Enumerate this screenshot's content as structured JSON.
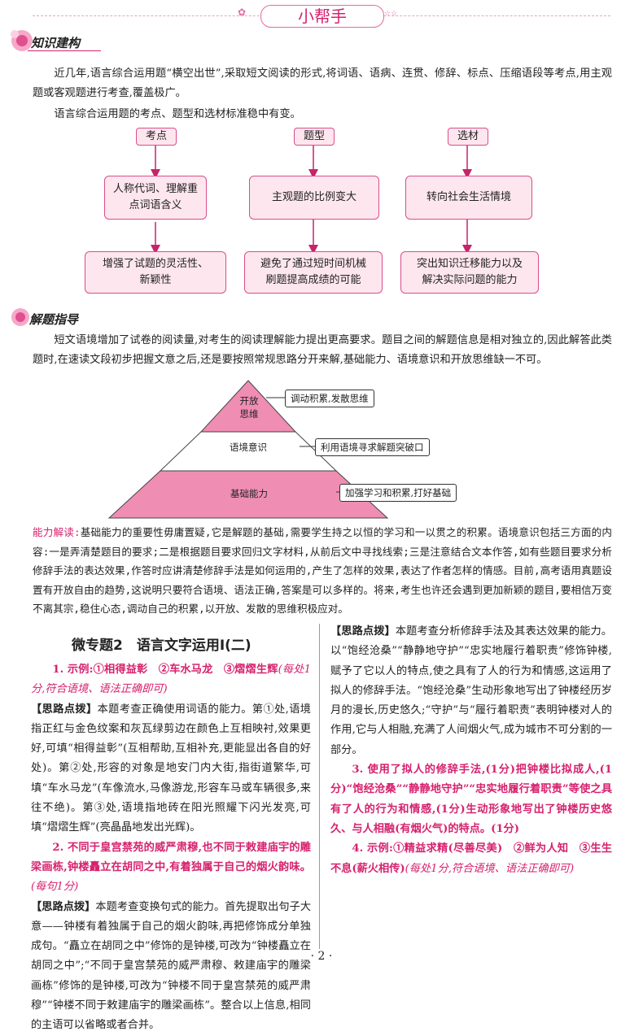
{
  "header": {
    "title": "小帮手"
  },
  "section1": {
    "label": "知识建构",
    "para1": "近几年,语言综合运用题“横空出世”,采取短文阅读的形式,将词语、语病、连贯、修辞、标点、压缩语段等考点,用主观题或客观题进行考查,覆盖极广。",
    "para2": "语言综合运用题的考点、题型和选材标准稳中有变。",
    "diagram": {
      "col1": {
        "tag": "考点",
        "top": "人称代词、理解重点词语含义",
        "bottom": "增强了试题的灵活性、新颖性"
      },
      "col2": {
        "tag": "题型",
        "top": "主观题的比例变大",
        "bottom": "避免了通过短时间机械刷题提高成绩的可能"
      },
      "col3": {
        "tag": "选材",
        "top": "转向社会生活情境",
        "bottom": "突出知识迁移能力以及解决实际问题的能力"
      }
    }
  },
  "section2": {
    "label": "解题指导",
    "para": "短文语境增加了试卷的阅读量,对考生的阅读理解能力提出更高要求。题目之间的解题信息是相对独立的,因此解答此类题时,在速读文段初步把握文意之后,还是要按照常规思路分开来解,基础能力、语境意识和开放思维缺一不可。",
    "pyramid": {
      "top": "开放思维",
      "mid": "语境意识",
      "base": "基础能力",
      "note_top": "调动积累,发散思维",
      "note_mid": "利用语境寻求解题突破口",
      "note_base": "加强学习和积累,打好基础"
    },
    "interp_label": "能力解读:",
    "interp_text": "基础能力的重要性毋庸置疑,它是解题的基础,需要学生持之以恒的学习和一以贯之的积累。语境意识包括三方面的内容:一是弄清楚题目的要求;二是根据题目要求回归文字材料,从前后文中寻找线索;三是注意结合文本作答,如有些题目要求分析修辞手法的表达效果,作答时应讲清楚修辞手法是如何运用的,产生了怎样的效果,表达了作者怎样的情感。目前,高考语用真题设置有开放自由的趋势,这说明只要符合语境、语法正确,答案是可以多样的。将来,考生也许还会遇到更加新颖的题目,要相信万变不离其宗,稳住心态,调动自己的积累,以开放、发散的思维积极应对。"
  },
  "answers": {
    "title": "微专题2　语言文字运用Ⅰ(二)",
    "q1_answer": "1. 示例:①相得益彰　②车水马龙　③熠熠生辉",
    "q1_score": "(每处1分,符合语境、语法正确即可)",
    "q1_tip_label": "【思路点拨】",
    "q1_tip": "本题考查正确使用词语的能力。第①处,语境指正红与金色纹案和灰瓦绿剪边在颜色上互相映衬,效果更好,可填“相得益彰”(互相帮助,互相补充,更能显出各自的好处)。第②处,形容的对象是地安门内大街,指街道繁华,可填“车水马龙”(车像流水,马像游龙,形容车马或车辆很多,来往不绝)。第③处,语境指地砖在阳光照耀下闪光发亮,可填“熠熠生辉”(亮晶晶地发出光辉)。",
    "q2_answer": "2. 不同于皇宫禁苑的威严肃穆,也不同于敕建庙宇的雕梁画栋,钟楼矗立在胡同之中,有着独属于自己的烟火韵味。",
    "q2_score": "(每句1分)",
    "q2_tip_label": "【思路点拨】",
    "q2_tip": "本题考查变换句式的能力。首先提取出句子大意——钟楼有着独属于自己的烟火韵味,再把修饰成分单独成句。“矗立在胡同之中”修饰的是钟楼,可改为“钟楼矗立在胡同之中”;“不同于皇宫禁苑的威严肃穆、敕建庙宇的雕梁画栋”修饰的是钟楼,可改为“钟楼不同于皇宫禁苑的威严肃穆”“钟楼不同于敕建庙宇的雕梁画栋”。整合以上信息,相同的主语可以省略或者合并。",
    "q3_answer": "3. 使用了拟人的修辞手法,(1分)把钟楼比拟成人,(1分)“饱经沧桑”“静静地守护”“忠实地履行着职责”等使之具有了人的行为和情感,(1分)生动形象地写出了钟楼历史悠久、与人相融(有烟火气)的特点。(1分)",
    "q3_tip_label": "【思路点拨】",
    "q3_tip": "本题考查分析修辞手法及其表达效果的能力。以“饱经沧桑”“静静地守护”“忠实地履行着职责”修饰钟楼,赋予了它以人的特点,使之具有了人的行为和情感,这运用了拟人的修辞手法。“饱经沧桑”生动形象地写出了钟楼经历岁月的漫长,历史悠久;“守护”与“履行着职责”表明钟楼对人的作用,它与人相融,充满了人间烟火气,成为城市不可分割的一部分。",
    "q4_answer": "4. 示例:①精益求精(尽善尽美)　②鲜为人知　③生生不息(薪火相传)",
    "q4_score": "(每处1分,符合语境、语法正确即可)"
  },
  "footer": {
    "page": "· 2 ·"
  },
  "colors": {
    "accent": "#d6226e",
    "box_fill": "#fde6ee",
    "box_border": "#d94e8b"
  },
  "icons": [
    "flower-icon",
    "flower-icon"
  ]
}
